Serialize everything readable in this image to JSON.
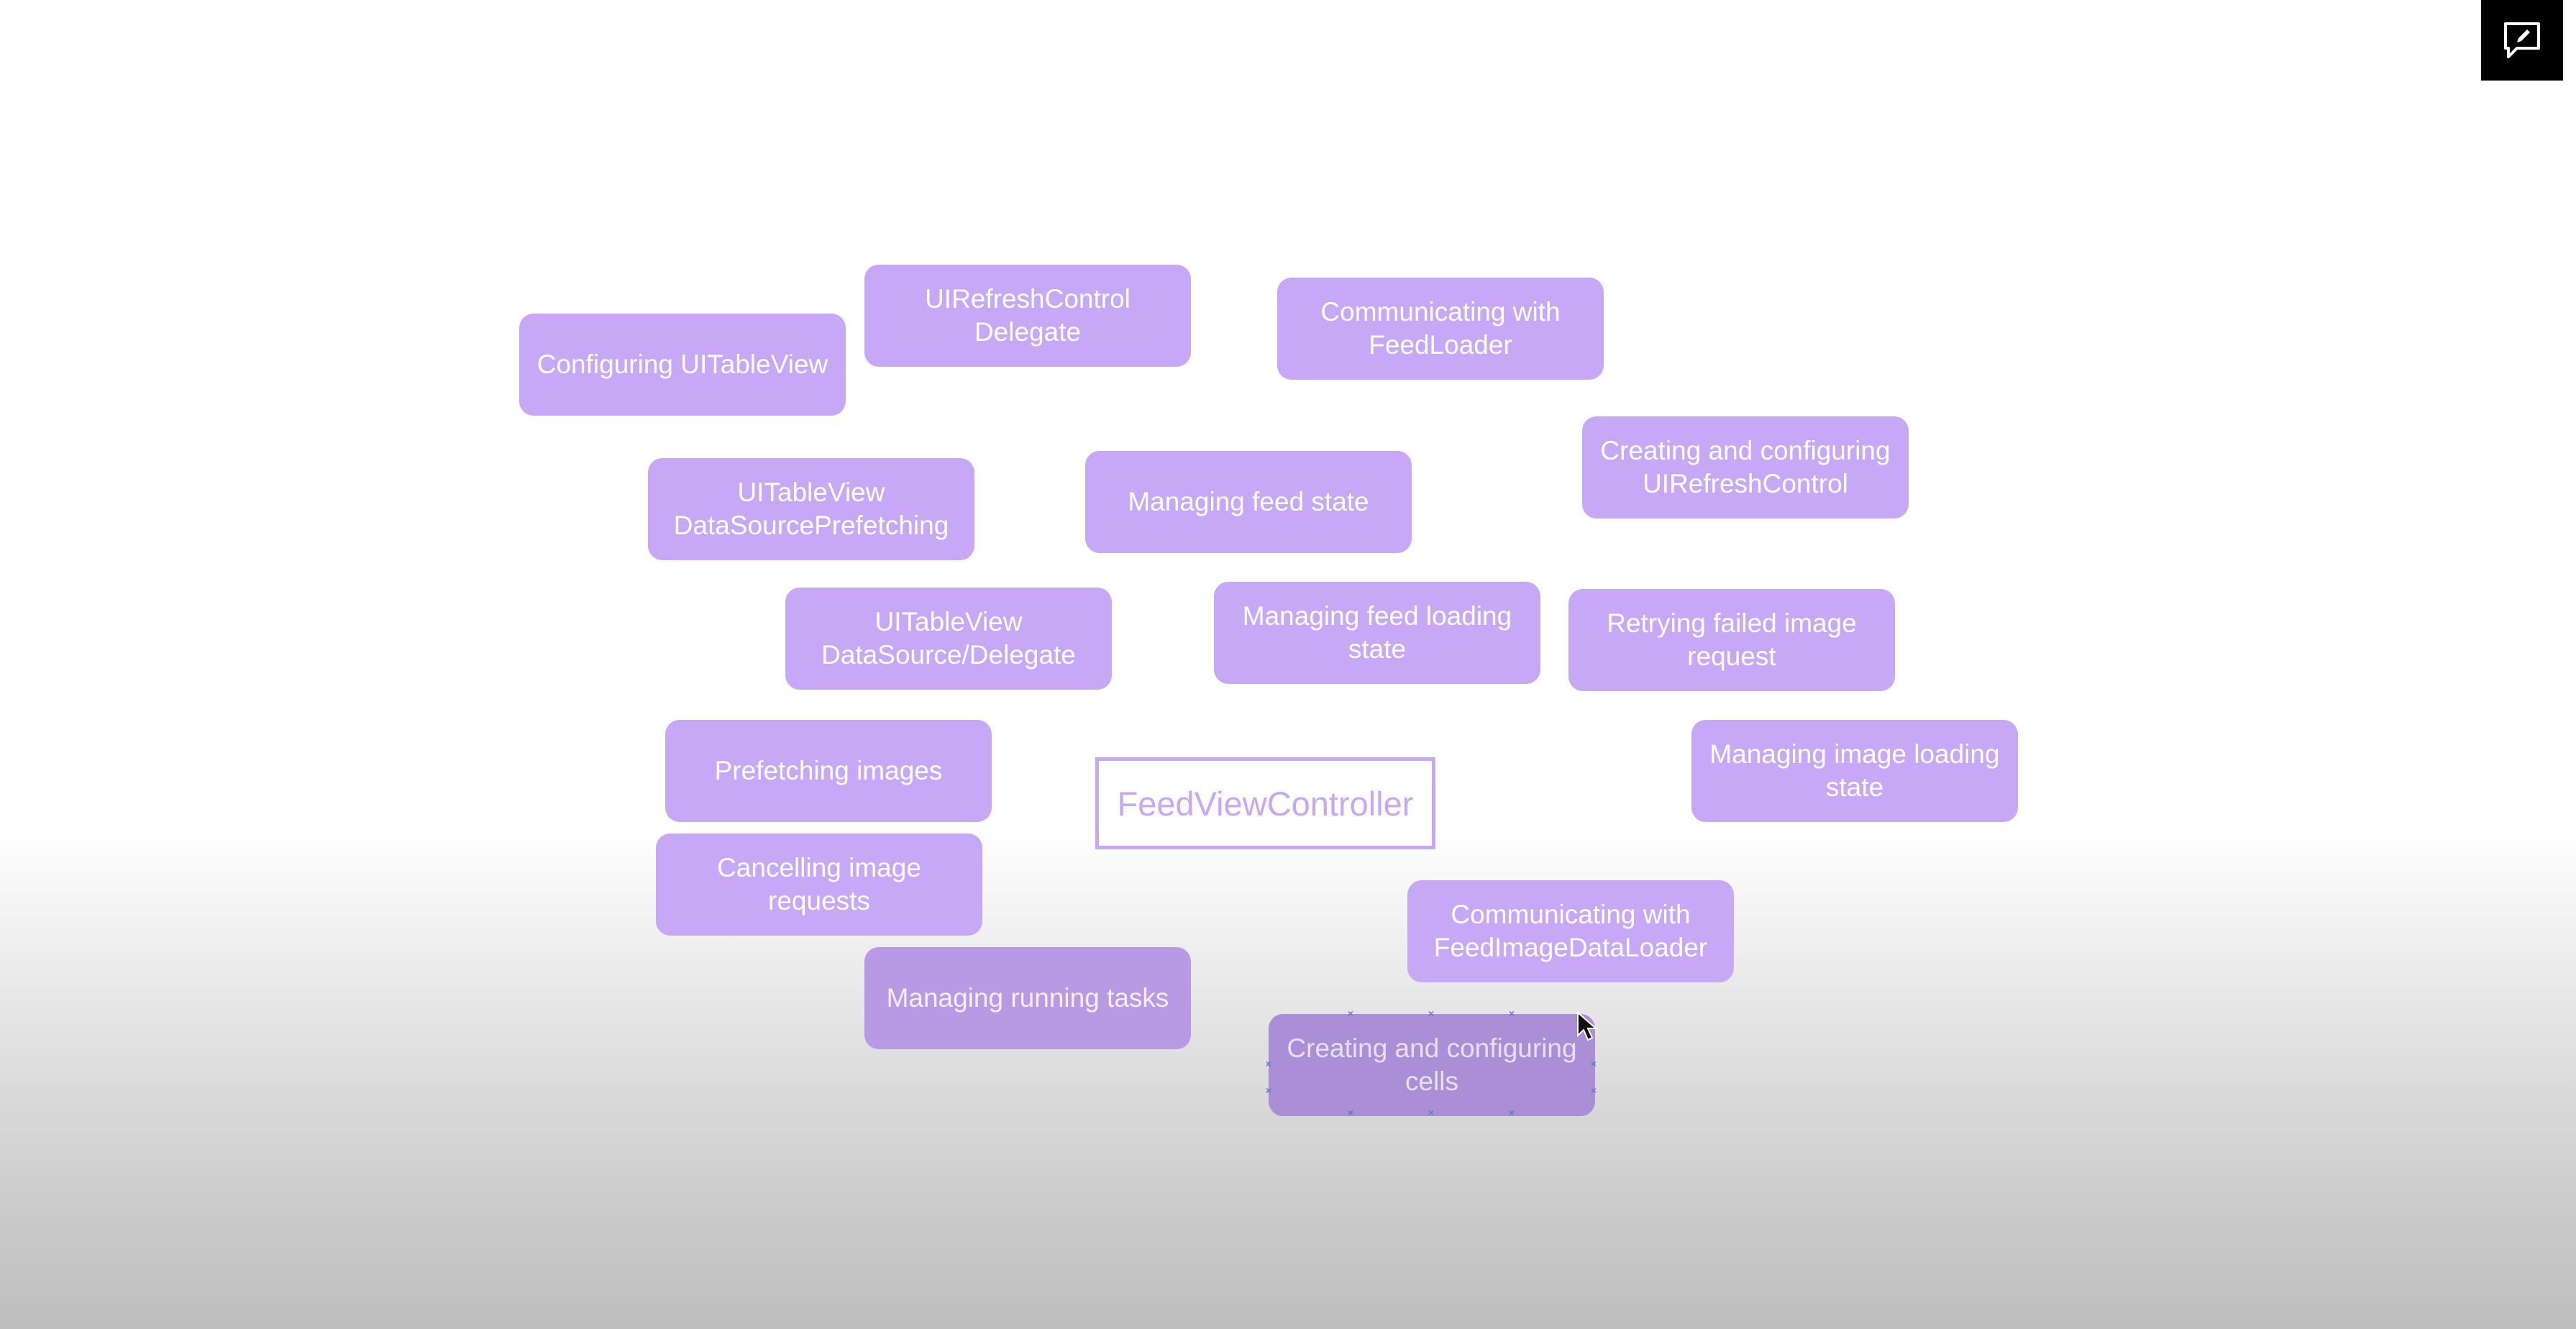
{
  "diagram": {
    "center": "FeedViewController",
    "nodes": [
      {
        "id": "configuring-uitableview",
        "text": "Configuring UITableView"
      },
      {
        "id": "uirefreshcontrol-delegate",
        "text": "UIRefreshControl Delegate"
      },
      {
        "id": "communicating-feedloader",
        "text": "Communicating with FeedLoader"
      },
      {
        "id": "uitableview-prefetching",
        "text": "UITableView DataSourcePrefetching"
      },
      {
        "id": "managing-feed-state",
        "text": "Managing feed state"
      },
      {
        "id": "creating-refreshcontrol",
        "text": "Creating and configuring UIRefreshControl"
      },
      {
        "id": "uitableview-datasource-delegate",
        "text": "UITableView DataSource/Delegate"
      },
      {
        "id": "managing-feed-loading-state",
        "text": "Managing feed loading state"
      },
      {
        "id": "retrying-failed-image",
        "text": "Retrying failed image request"
      },
      {
        "id": "prefetching-images",
        "text": "Prefetching images"
      },
      {
        "id": "managing-image-loading-state",
        "text": "Managing image loading state"
      },
      {
        "id": "cancelling-image-requests",
        "text": "Cancelling image requests"
      },
      {
        "id": "communicating-imagedataloader",
        "text": "Communicating with FeedImageDataLoader"
      },
      {
        "id": "managing-running-tasks",
        "text": "Managing running tasks"
      },
      {
        "id": "creating-cells",
        "text": "Creating and configuring cells"
      }
    ]
  },
  "toolbar": {
    "feedback_icon": "feedback-icon"
  },
  "colors": {
    "node_fill": "#c6a8f6",
    "node_text": "#ffffff",
    "center_border": "#c6a8f6",
    "selection_handle": "#5a7fc7"
  }
}
